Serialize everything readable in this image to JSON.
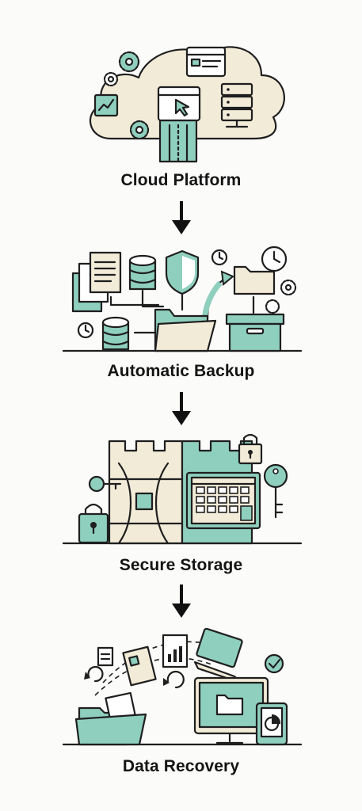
{
  "steps": [
    {
      "label": "Cloud Platform"
    },
    {
      "label": "Automatic Backup"
    },
    {
      "label": "Secure Storage"
    },
    {
      "label": "Data Recovery"
    }
  ],
  "colors": {
    "teal": "#8fcfbd",
    "cream": "#f2ebd8",
    "ink": "#1f1f1f",
    "arrow": "#111111"
  },
  "icons": [
    "cloud-icon",
    "gear-icon",
    "browser-window-icon",
    "server-icon",
    "chart-icon",
    "document-icon",
    "database-icon",
    "shield-icon",
    "folder-icon",
    "clock-icon",
    "archive-box-icon",
    "castle-tower-icon",
    "padlock-icon",
    "key-icon",
    "calendar-grid-icon",
    "laptop-icon",
    "monitor-icon",
    "tablet-icon",
    "refresh-icon",
    "checkmark-icon",
    "down-arrow-icon"
  ]
}
